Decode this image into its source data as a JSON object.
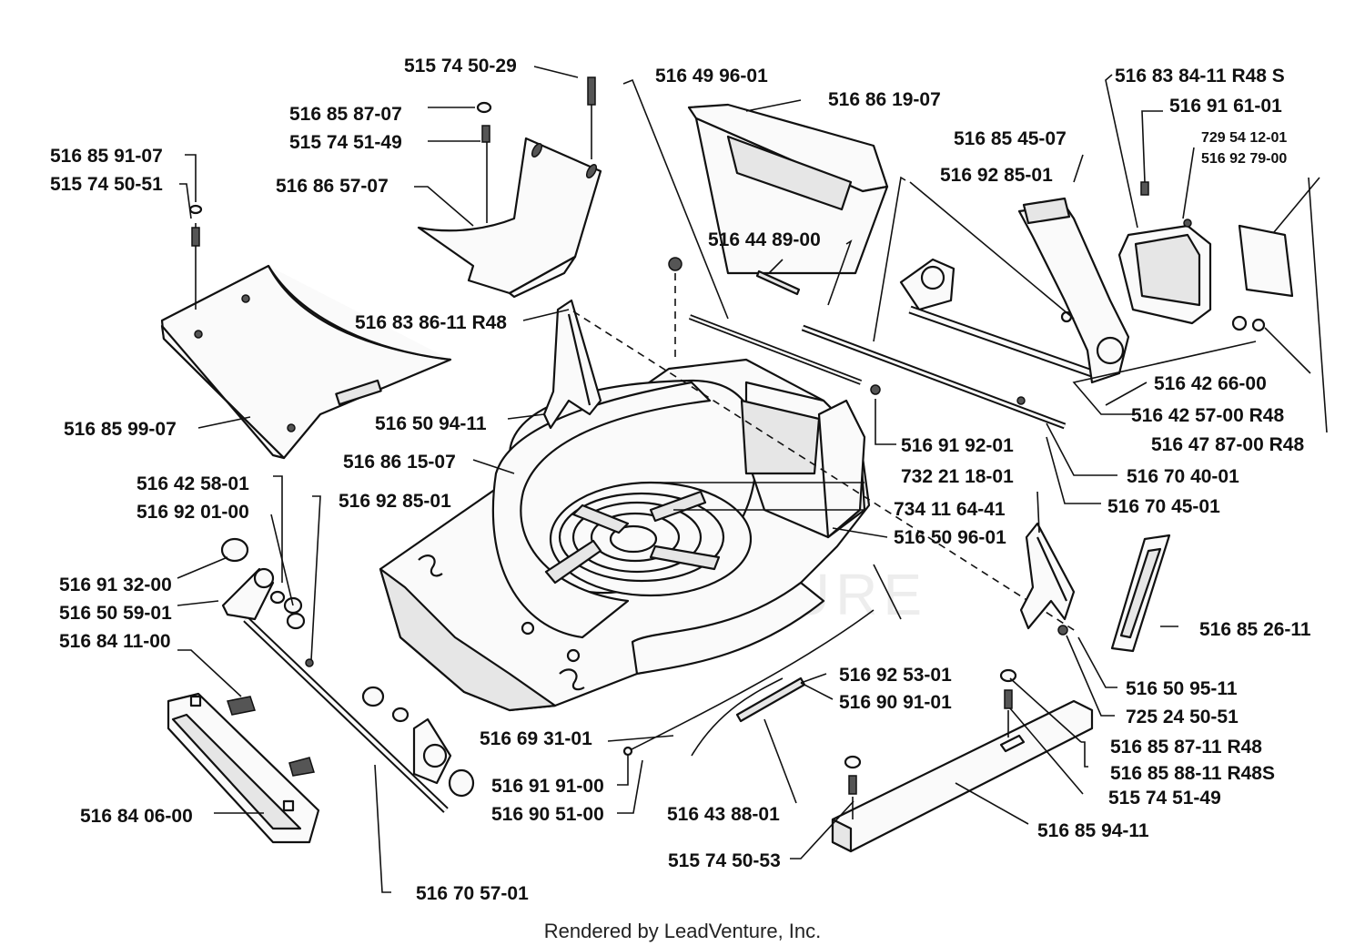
{
  "labels": [
    {
      "id": "l01",
      "text": "515 74 50-29"
    },
    {
      "id": "l02",
      "text": "516 49 96-01"
    },
    {
      "id": "l03",
      "text": "516 86 19-07"
    },
    {
      "id": "l04",
      "text": "516 83 84-11 R48 S"
    },
    {
      "id": "l05",
      "text": "516 91 61-01"
    },
    {
      "id": "l06",
      "text": "729 54 12-01"
    },
    {
      "id": "l07",
      "text": "516 92 79-00"
    },
    {
      "id": "l08",
      "text": "516 85 87-07"
    },
    {
      "id": "l09",
      "text": "515 74 51-49"
    },
    {
      "id": "l10",
      "text": "516 86 57-07"
    },
    {
      "id": "l11",
      "text": "516 85 91-07"
    },
    {
      "id": "l12",
      "text": "515 74 50-51"
    },
    {
      "id": "l13",
      "text": "516 85 45-07"
    },
    {
      "id": "l14",
      "text": "516 92 85-01"
    },
    {
      "id": "l15",
      "text": "516 44 89-00"
    },
    {
      "id": "l16",
      "text": "516 83 86-11 R48"
    },
    {
      "id": "l17",
      "text": "516 85 99-07"
    },
    {
      "id": "l18",
      "text": "516 50 94-11"
    },
    {
      "id": "l19",
      "text": "516 86 15-07"
    },
    {
      "id": "l20",
      "text": "516 92 85-01"
    },
    {
      "id": "l21",
      "text": "516 42 58-01"
    },
    {
      "id": "l22",
      "text": "516 92 01-00"
    },
    {
      "id": "l23",
      "text": "516 91 32-00"
    },
    {
      "id": "l24",
      "text": "516 50 59-01"
    },
    {
      "id": "l25",
      "text": "516 84 11-00"
    },
    {
      "id": "l26",
      "text": "516 84 06-00"
    },
    {
      "id": "l27",
      "text": "516 70 57-01"
    },
    {
      "id": "l28",
      "text": "516 42 66-00"
    },
    {
      "id": "l29",
      "text": "516 42 57-00 R48"
    },
    {
      "id": "l30",
      "text": "516 47 87-00 R48"
    },
    {
      "id": "l31",
      "text": "516 91 92-01"
    },
    {
      "id": "l32",
      "text": "516 70 40-01"
    },
    {
      "id": "l33",
      "text": "732 21 18-01"
    },
    {
      "id": "l34",
      "text": "516 70 45-01"
    },
    {
      "id": "l35",
      "text": "734 11 64-41"
    },
    {
      "id": "l36",
      "text": "516 50 96-01"
    },
    {
      "id": "l37",
      "text": "516 85 26-11"
    },
    {
      "id": "l38",
      "text": "516 92 53-01"
    },
    {
      "id": "l39",
      "text": "516 90 91-01"
    },
    {
      "id": "l40",
      "text": "516 50 95-11"
    },
    {
      "id": "l41",
      "text": "725 24 50-51"
    },
    {
      "id": "l42",
      "text": "516 69 31-01"
    },
    {
      "id": "l43",
      "text": "516 85 87-11 R48"
    },
    {
      "id": "l44",
      "text": "516 85 88-11 R48S"
    },
    {
      "id": "l45",
      "text": "516 91 91-00"
    },
    {
      "id": "l46",
      "text": "516 90 51-00"
    },
    {
      "id": "l47",
      "text": "516 43 88-01"
    },
    {
      "id": "l48",
      "text": "515 74 51-49"
    },
    {
      "id": "l49",
      "text": "516 85 94-11"
    },
    {
      "id": "l50",
      "text": "515 74 50-53"
    }
  ],
  "watermark": "LEADVENTURE",
  "footer": "Rendered by LeadVenture, Inc."
}
